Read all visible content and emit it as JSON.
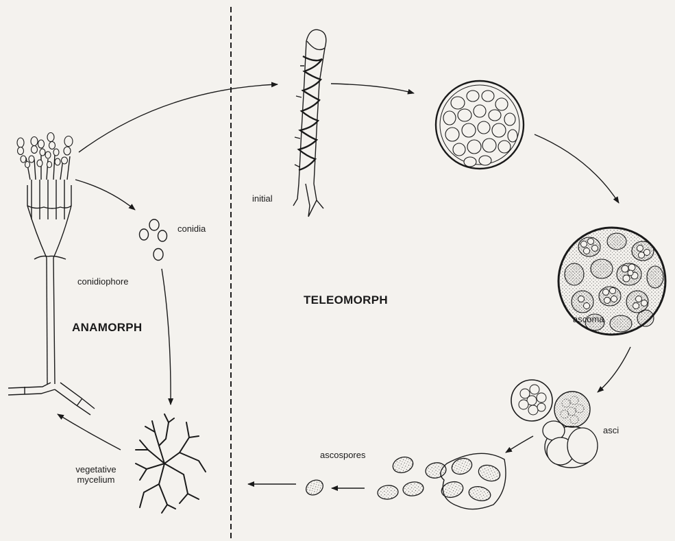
{
  "labels": {
    "initial": "initial",
    "conidia": "conidia",
    "conidiophore": "conidiophore",
    "anamorph": "ANAMORPH",
    "teleomorph": "TELEOMORPH",
    "ascoma": "ascoma",
    "asci": "asci",
    "ascospores": "ascospores",
    "vegetative_line1": "vegetative",
    "vegetative_line2": "mycelium"
  },
  "colors": {
    "ink": "#1a1a1a",
    "paper": "#f4f2ee"
  }
}
